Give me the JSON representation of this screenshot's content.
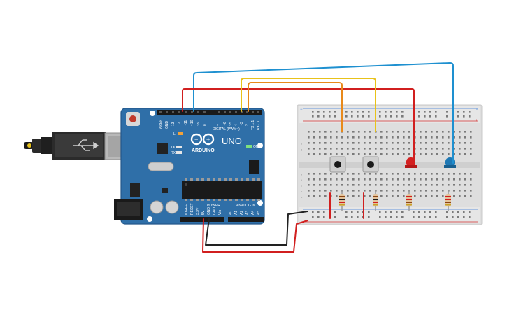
{
  "board": {
    "logo_text": "ARDUINO",
    "model_text": "UNO",
    "on_label": "ON",
    "digital_label": "DIGITAL (PWM~)",
    "power_label": "POWER",
    "analog_label": "ANALOG IN",
    "tx_label": "TX",
    "rx_label": "RX",
    "l_label": "L",
    "digital_pins": [
      "AREF",
      "GND",
      "13",
      "12",
      "~11",
      "~10",
      "~9",
      "8",
      "7",
      "~6",
      "~5",
      "4",
      "~3",
      "2",
      "TX→1",
      "RX←0"
    ],
    "power_pins": [
      "IOREF",
      "RESET",
      "3.3V",
      "5V",
      "GND",
      "GND",
      "Vin"
    ],
    "analog_pins": [
      "A0",
      "A1",
      "A2",
      "A3",
      "A4",
      "A5"
    ]
  },
  "breadboard": {
    "row_letters_top": [
      "j",
      "i",
      "h",
      "g",
      "f"
    ],
    "row_letters_bottom": [
      "e",
      "d",
      "c",
      "b",
      "a"
    ]
  },
  "colors": {
    "board": "#2f6fa8",
    "wire_red": "#d11f1f",
    "wire_blue": "#1e90d0",
    "wire_yellow": "#e8c21a",
    "wire_orange": "#e8891a",
    "wire_black": "#222222",
    "led_red": "#d42020",
    "led_blue": "#1e78b4"
  }
}
